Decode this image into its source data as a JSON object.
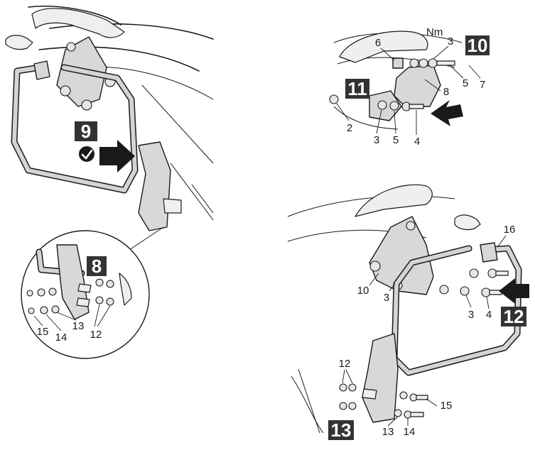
{
  "steps": {
    "step8": "8",
    "step9": "9",
    "step10": "10",
    "step11": "11",
    "step12": "12",
    "step13": "13"
  },
  "parts": {
    "d8_15": "15",
    "d8_14": "14",
    "d8_13": "13",
    "d8_12": "12",
    "d10_6": "6",
    "d10_3": "3",
    "d10_5": "5",
    "d10_7": "7",
    "d10_8": "8",
    "d11_2": "2",
    "d11_3": "3",
    "d11_5": "5",
    "d11_4": "4",
    "d12_16": "16",
    "d12_10": "10",
    "d12_3a": "3",
    "d12_3b": "3",
    "d12_4": "4",
    "d13_12": "12",
    "d13_15": "15",
    "d13_13": "13",
    "d13_14": "14"
  },
  "torque_text": "Nm",
  "icons": {
    "check": "checkmark-icon",
    "arrow": "push-arrow-icon"
  },
  "colors": {
    "line": "#1a1a1a",
    "fill_part": "#d8d8d8",
    "step_box": "#333333"
  }
}
